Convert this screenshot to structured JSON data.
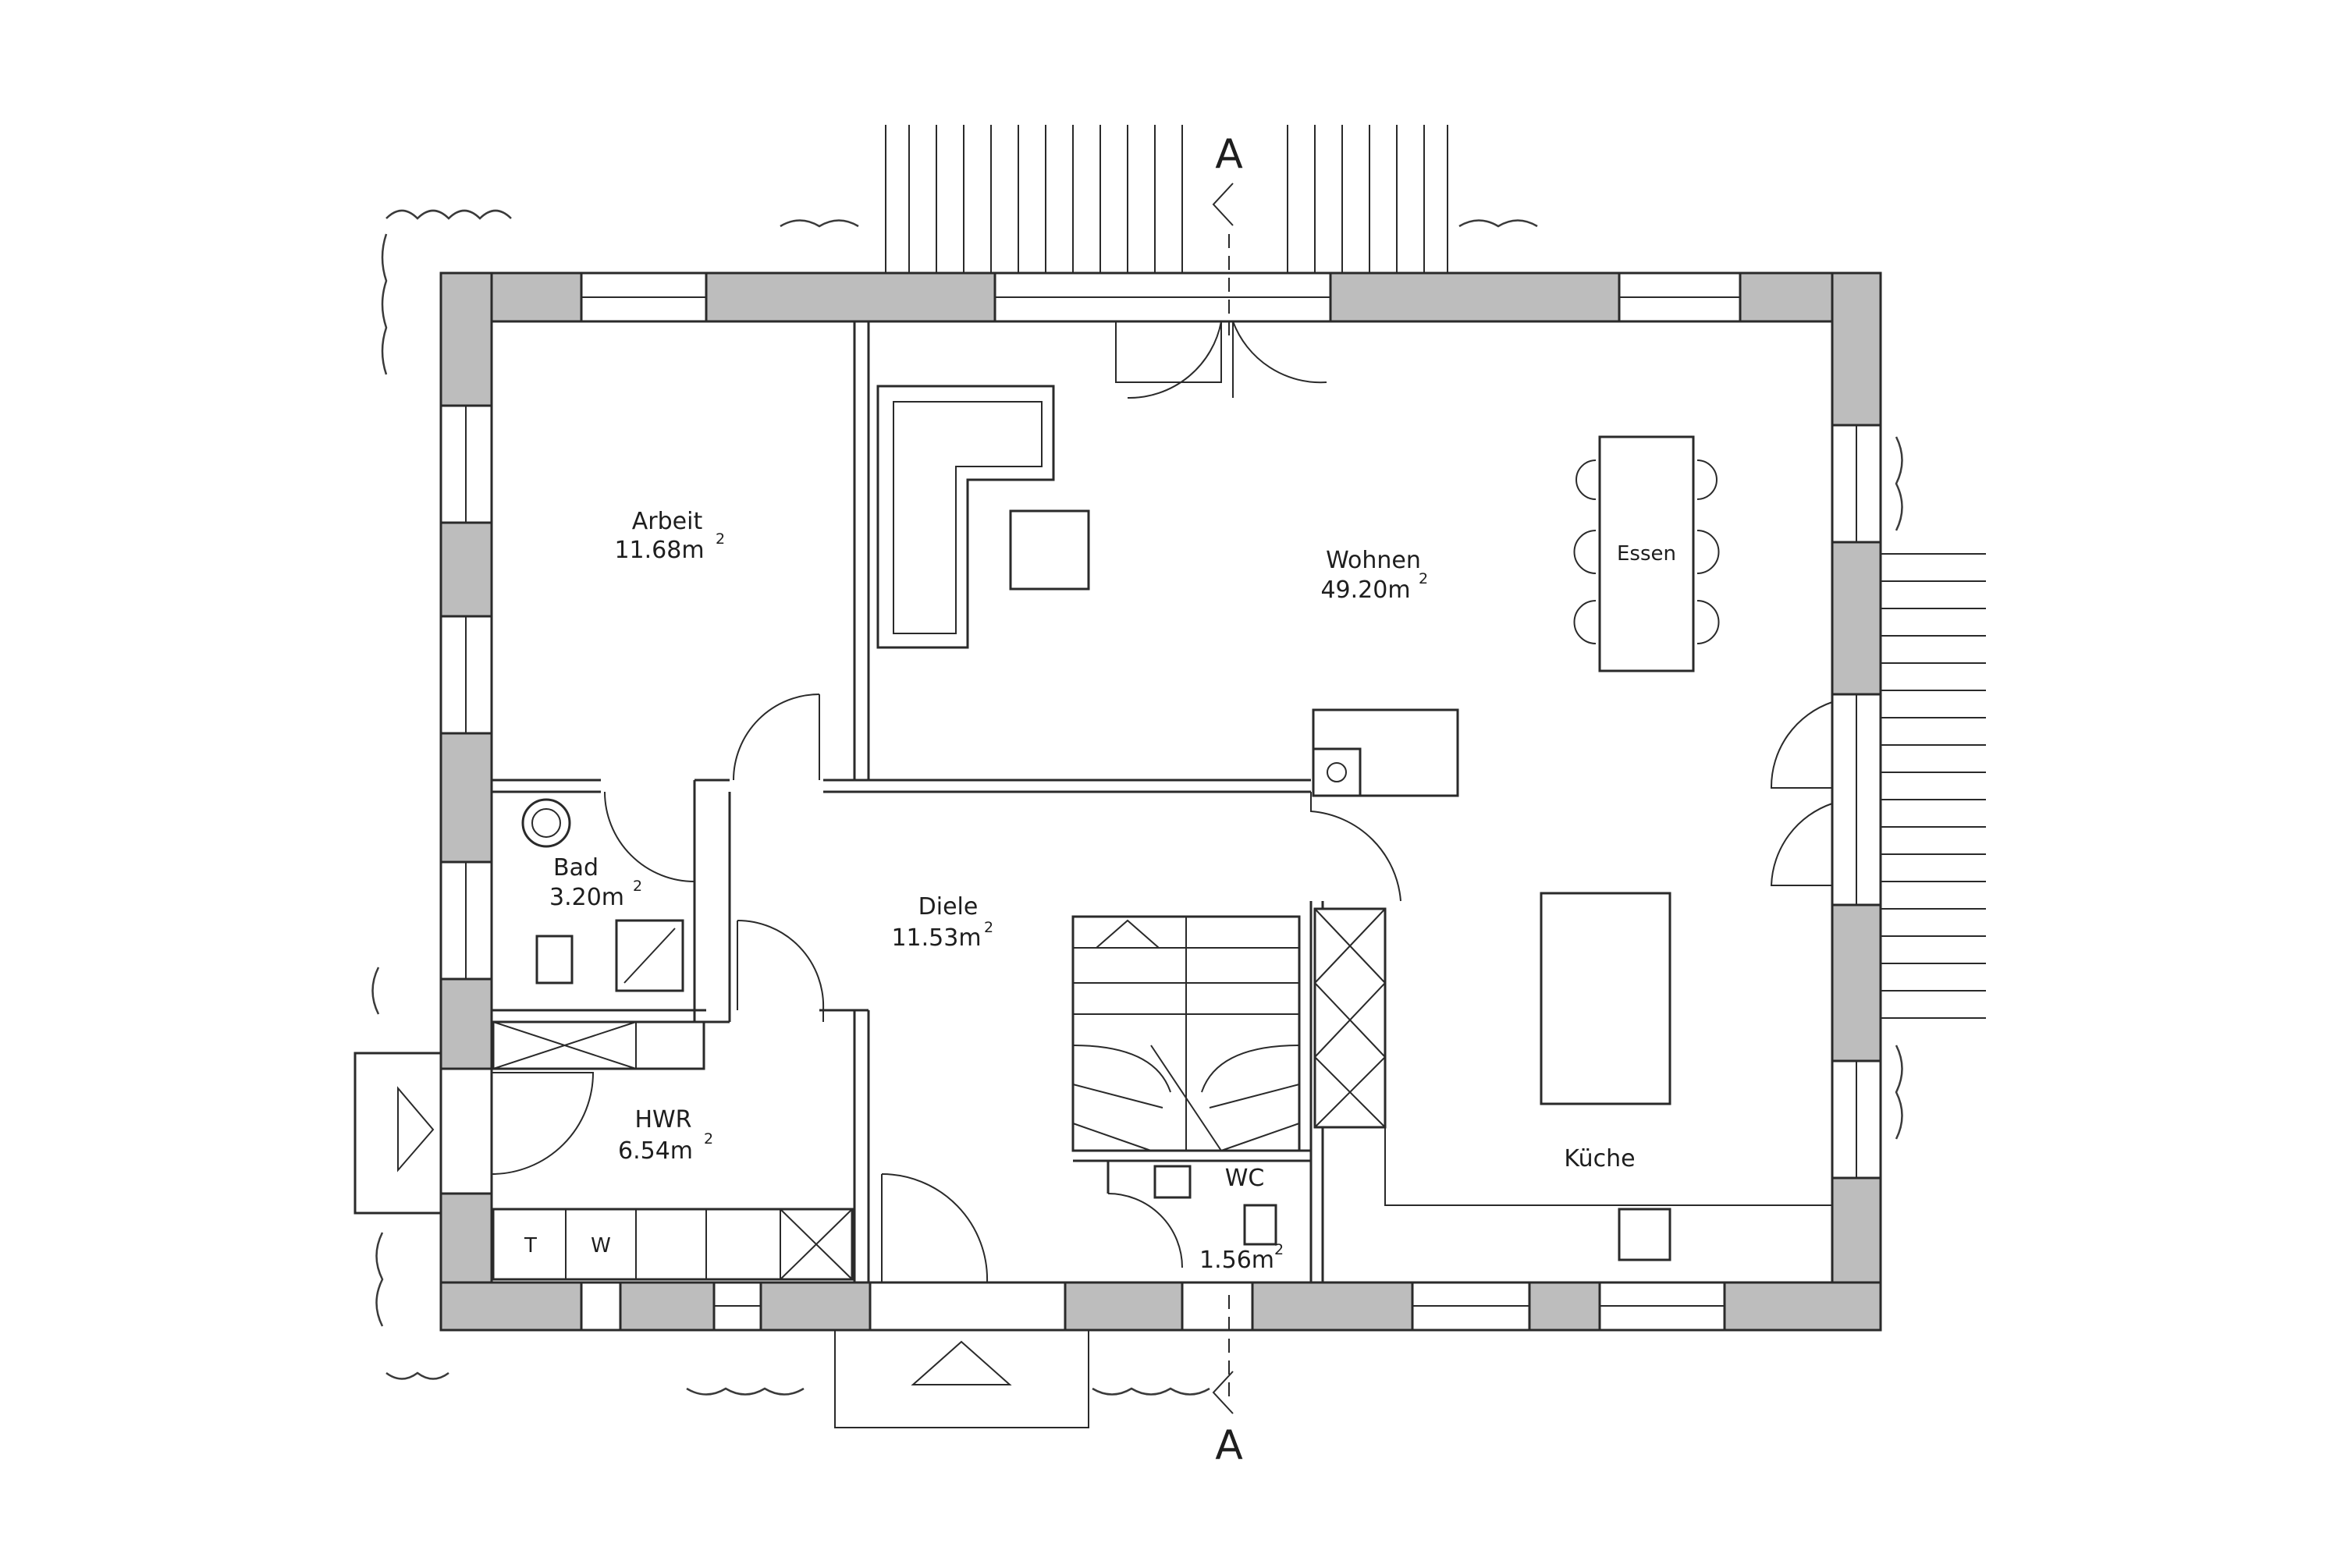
{
  "rooms": {
    "arbeit": {
      "name": "Arbeit",
      "area": "11.68m",
      "sup": "2"
    },
    "wohnen": {
      "name": "Wohnen",
      "area": "49.20m",
      "sup": "2"
    },
    "essen": {
      "name": "Essen"
    },
    "bad": {
      "name": "Bad",
      "area": "3.20m",
      "sup": "2"
    },
    "diele": {
      "name": "Diele",
      "area": "11.53m",
      "sup": "2"
    },
    "hwr": {
      "name": "HWR",
      "area": "6.54m",
      "sup": "2"
    },
    "wc": {
      "name": "WC",
      "area": "1.56m",
      "sup": "2"
    },
    "kueche": {
      "name": "Küche"
    }
  },
  "section_marker": {
    "top": "A",
    "bottom": "A"
  },
  "appliances": {
    "dryer": "T",
    "washer": "W"
  }
}
